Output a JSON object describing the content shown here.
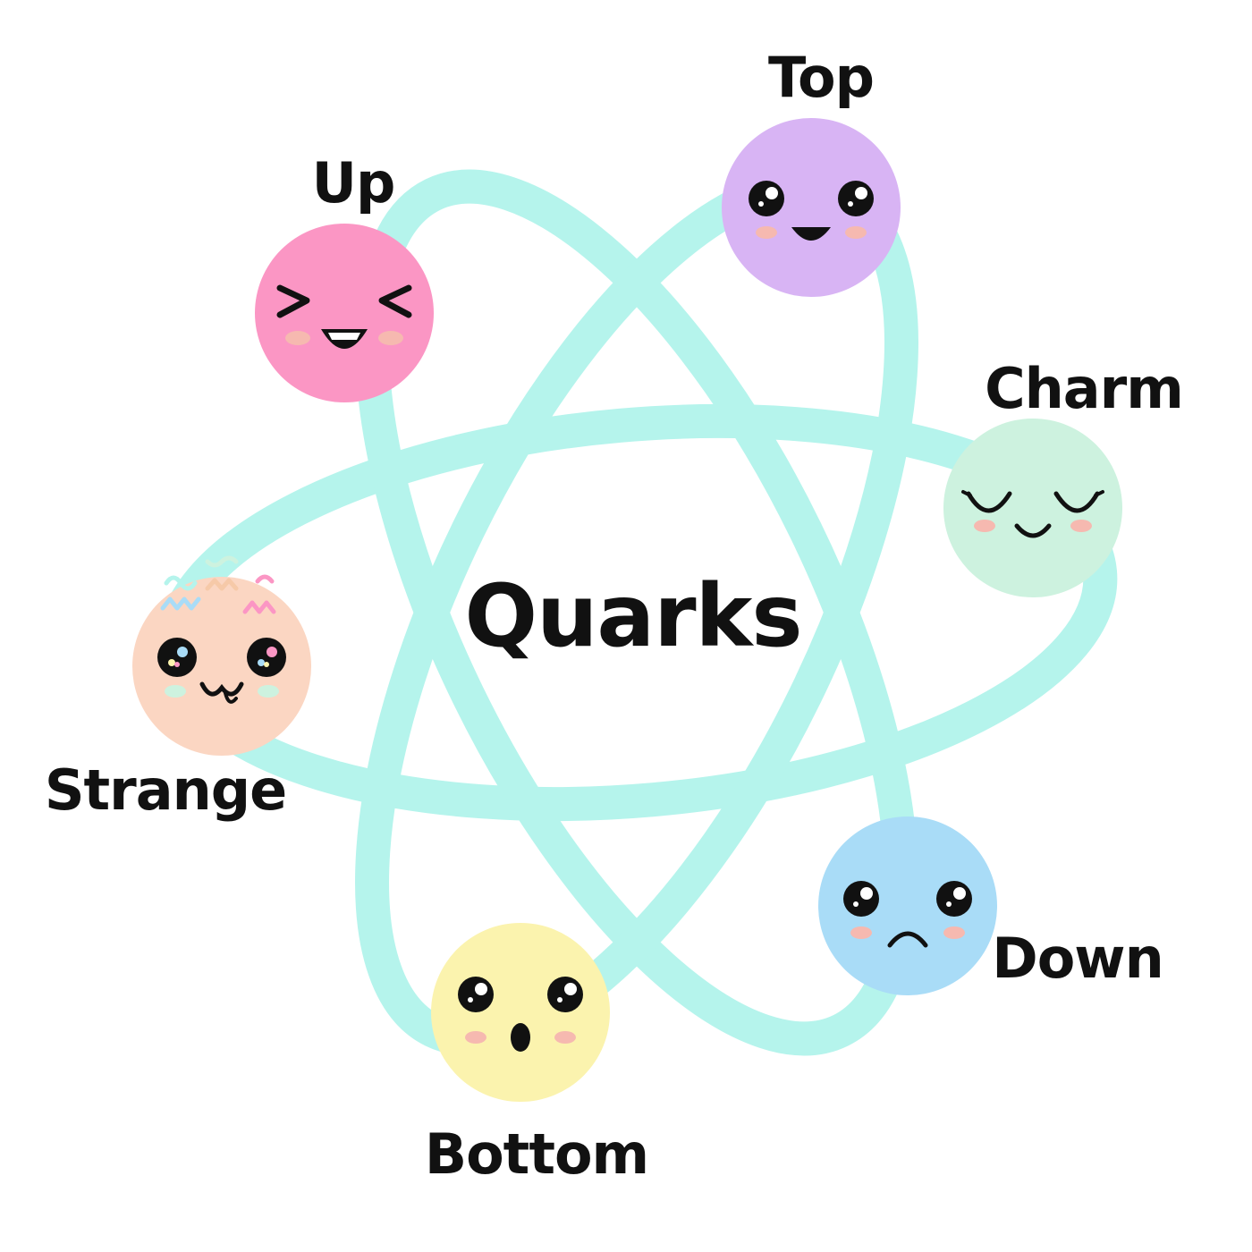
{
  "title": "Quarks",
  "colors": {
    "orbit": "#b5f4ec",
    "text": "#111111",
    "eye": "#111111",
    "cheek": "#f6b9b0"
  },
  "quarks": [
    {
      "id": "up",
      "label": "Up",
      "color": "#fb96c4",
      "expression": "laughing"
    },
    {
      "id": "top",
      "label": "Top",
      "color": "#d8b4f4",
      "expression": "happy"
    },
    {
      "id": "charm",
      "label": "Charm",
      "color": "#cdf2df",
      "expression": "content"
    },
    {
      "id": "down",
      "label": "Down",
      "color": "#a9dcf7",
      "expression": "sad"
    },
    {
      "id": "bottom",
      "label": "Bottom",
      "color": "#fbf3ae",
      "expression": "surprised"
    },
    {
      "id": "strange",
      "label": "Strange",
      "color": "#fbd6c2",
      "expression": "dizzy"
    }
  ]
}
